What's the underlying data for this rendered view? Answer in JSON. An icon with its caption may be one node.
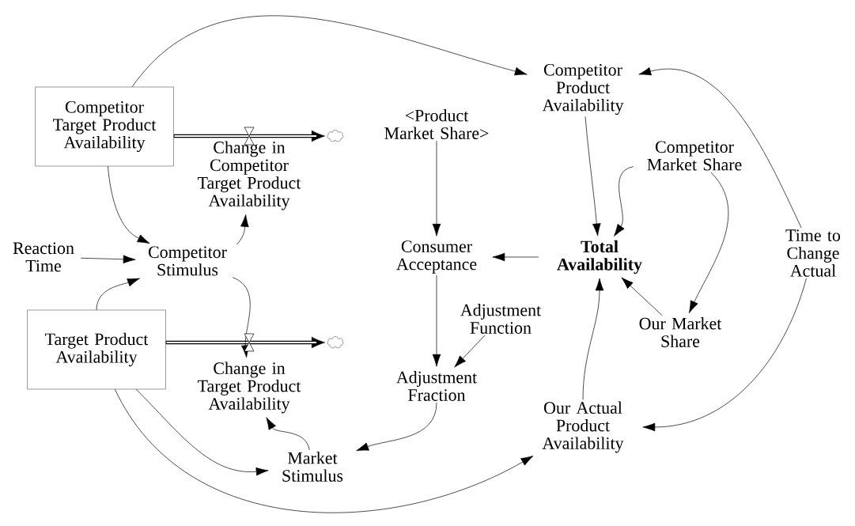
{
  "diagram": {
    "nodes": [
      {
        "text": [
          "Competitor Target Product Availability"
        ]
      },
      {
        "text": [
          "Change in Competitor Target Product Availability"
        ]
      },
      {
        "text": [],
        "shape": "cloud"
      },
      {
        "text": [
          "Competitor Product Availability"
        ]
      },
      {
        "text": [
          "<Product Market Share>"
        ]
      },
      {
        "text": [
          "Competitor Market Share"
        ]
      },
      {
        "text": [
          "Time to Change Actual"
        ]
      },
      {
        "text": [
          "Reaction Time"
        ]
      },
      {
        "text": [
          "Competitor Stimulus"
        ]
      },
      {
        "text": [
          "Consumer Acceptance"
        ]
      },
      {
        "text": [
          "Total Availability"
        ]
      },
      {
        "text": [
          "Target Product Availability"
        ]
      },
      {
        "text": [
          "Change in Target Product Availability"
        ]
      },
      {
        "text": [],
        "shape": "cloud"
      },
      {
        "text": [
          "Adjustment Function"
        ]
      },
      {
        "text": [
          "Our Market Share"
        ]
      },
      {
        "text": [
          "Adjustment Fraction"
        ]
      },
      {
        "text": [
          "Our Actual Product Availability"
        ]
      },
      {
        "text": [
          "Market Stimulus"
        ]
      }
    ],
    "edges": [
      {
        "from": 0,
        "to": 2,
        "arrow": "to",
        "style": "thick"
      },
      {
        "from": 11,
        "to": 13,
        "arrow": "to",
        "style": "thick"
      },
      {
        "from": 0,
        "to": 3,
        "arrow": "to"
      },
      {
        "from": 0,
        "to": 8,
        "arrow": "to"
      },
      {
        "from": 7,
        "to": 8,
        "arrow": "to"
      },
      {
        "from": 11,
        "to": 8,
        "arrow": "to"
      },
      {
        "from": 8,
        "to": 1,
        "arrow": "to"
      },
      {
        "from": 8,
        "to": 12,
        "arrow": "to"
      },
      {
        "from": 11,
        "to": 18,
        "arrow": "to"
      },
      {
        "from": 11,
        "to": 17,
        "arrow": "to"
      },
      {
        "from": 18,
        "to": 12,
        "arrow": "to"
      },
      {
        "from": 16,
        "to": 18,
        "arrow": "to"
      },
      {
        "from": 4,
        "to": 9,
        "arrow": "to"
      },
      {
        "from": 10,
        "to": 9,
        "arrow": "to"
      },
      {
        "from": 9,
        "to": 16,
        "arrow": "to"
      },
      {
        "from": 14,
        "to": 16,
        "arrow": "to"
      },
      {
        "from": 3,
        "to": 10,
        "arrow": "to"
      },
      {
        "from": 5,
        "to": 10,
        "arrow": "to"
      },
      {
        "from": 5,
        "to": 15,
        "arrow": "to"
      },
      {
        "from": 15,
        "to": 10,
        "arrow": "to"
      },
      {
        "from": 17,
        "to": 10,
        "arrow": "to"
      },
      {
        "from": 6,
        "to": 3,
        "arrow": "to"
      },
      {
        "from": 6,
        "to": 17,
        "arrow": "to"
      }
    ]
  }
}
